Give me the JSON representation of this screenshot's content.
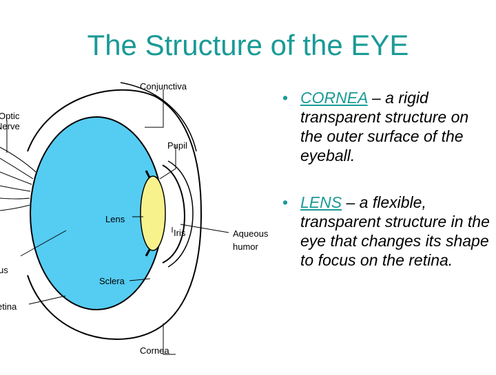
{
  "title": "The Structure of the EYE",
  "diagram": {
    "labels": {
      "conjunctiva": "Conjunctiva",
      "optic_line1": "Optic",
      "optic_line2": "Nerve",
      "pupil": "Pupil",
      "lens": "Lens",
      "iris": "Iris",
      "aqueous_line1": "Aqueous",
      "aqueous_line2": "humor",
      "vitreous": "us",
      "sclera": "Sclera",
      "retina": "etina",
      "cornea": "Cornea"
    },
    "colors": {
      "vitreous_fill": "#55ccf2",
      "lens_fill": "#f8f28c",
      "outline": "#000000"
    }
  },
  "bullets": [
    {
      "dot": "•",
      "term": "CORNEA",
      "text": " – a rigid transparent structure on the outer surface of the eyeball."
    },
    {
      "dot": "•",
      "term": "LENS",
      "text": " – a flexible, transparent structure in the eye that changes its shape to focus on the retina."
    }
  ]
}
